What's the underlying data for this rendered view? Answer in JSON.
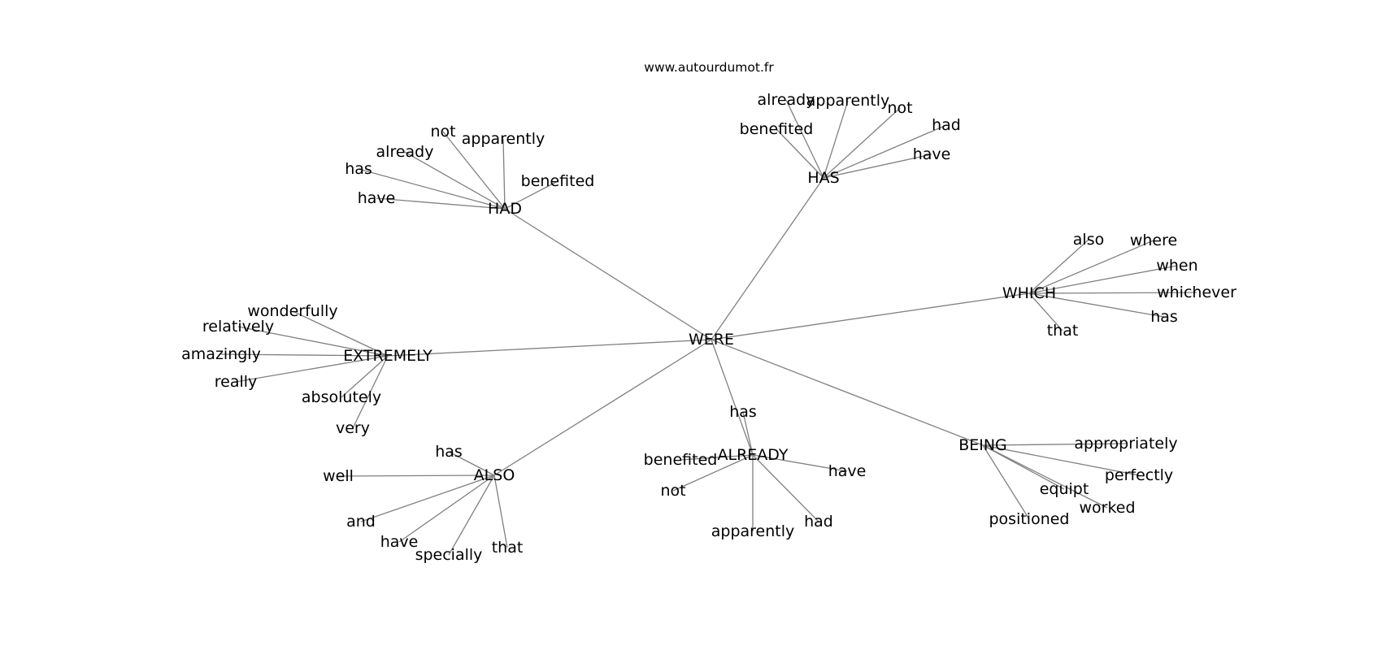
{
  "source_label": "www.autourdumot.fr",
  "center": "WERE",
  "hubs": [
    {
      "id": "had",
      "label": "HAD",
      "leaves": [
        "not",
        "apparently",
        "already",
        "has",
        "benefited",
        "have"
      ]
    },
    {
      "id": "has",
      "label": "HAS",
      "leaves": [
        "already",
        "apparently",
        "not",
        "benefited",
        "had",
        "have"
      ]
    },
    {
      "id": "which",
      "label": "WHICH",
      "leaves": [
        "also",
        "where",
        "when",
        "whichever",
        "has",
        "that"
      ]
    },
    {
      "id": "extremely",
      "label": "EXTREMELY",
      "leaves": [
        "wonderfully",
        "relatively",
        "amazingly",
        "really",
        "absolutely",
        "very"
      ]
    },
    {
      "id": "also",
      "label": "ALSO",
      "leaves": [
        "has",
        "well",
        "and",
        "have",
        "specially",
        "that"
      ]
    },
    {
      "id": "already",
      "label": "ALREADY",
      "leaves": [
        "has",
        "benefited",
        "have",
        "not",
        "apparently",
        "had"
      ]
    },
    {
      "id": "being",
      "label": "BEING",
      "leaves": [
        "appropriately",
        "perfectly",
        "equipt",
        "worked",
        "positioned"
      ]
    }
  ]
}
